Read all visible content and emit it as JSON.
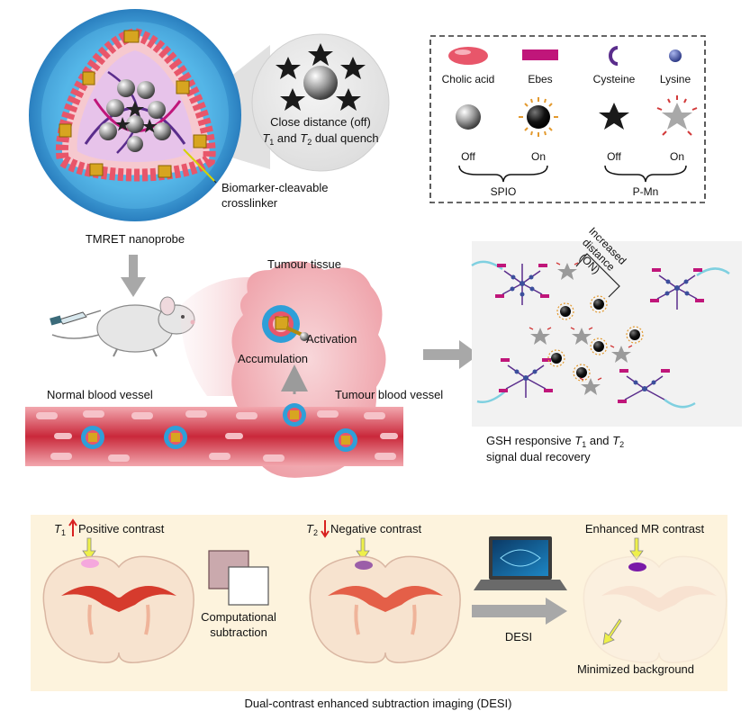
{
  "probe": {
    "quench_line1": "Close distance (off)",
    "quench_T1": "T",
    "quench_sub1": "1",
    "quench_and": " and ",
    "quench_T2": "T",
    "quench_sub2": "2",
    "quench_tail": " dual quench",
    "crosslinker_line1": "Biomarker-cleavable",
    "crosslinker_line2": "crosslinker",
    "nanoprobe_label": "TMRET nanoprobe"
  },
  "legend": {
    "cholic": "Cholic acid",
    "ebes": "Ebes",
    "cysteine": "Cysteine",
    "lysine": "Lysine",
    "spio_off": "Off",
    "spio_on": "On",
    "pmn_off": "Off",
    "pmn_on": "On",
    "spio": "SPIO",
    "pmn": "P-Mn"
  },
  "middle": {
    "tumour_tissue": "Tumour tissue",
    "activation": "Activation",
    "accumulation": "Accumulation",
    "normal_vessel": "Normal blood vessel",
    "tumour_vessel": "Tumour blood vessel",
    "increased1": "Increased",
    "increased2": "distance",
    "increased3": "(ON)",
    "gsh_pre": "GSH responsive ",
    "gsh_T1": "T",
    "gsh_sub1": "1",
    "gsh_and": " and ",
    "gsh_T2": "T",
    "gsh_sub2": "2",
    "gsh_line2": "signal dual recovery"
  },
  "bottom": {
    "t1_T": "T",
    "t1_sub": "1",
    "positive": "Positive contrast",
    "t2_T": "T",
    "t2_sub": "2",
    "negative": "Negative contrast",
    "enhanced": "Enhanced MR contrast",
    "comp1": "Computational",
    "comp2": "subtraction",
    "desi": "DESI",
    "minimized": "Minimized background",
    "caption": "Dual-contrast enhanced subtraction imaging (DESI)"
  },
  "colors": {
    "shell": "#2f9fd8",
    "cholic": "#e8566a",
    "ebes": "#c0167a",
    "cysteine": "#5a2d8c",
    "lysine": "#3c4f9c",
    "gold": "#d7a520",
    "vessel": "#c9283a",
    "tissue": "#f3b8be",
    "panel": "#fdf3dd"
  }
}
